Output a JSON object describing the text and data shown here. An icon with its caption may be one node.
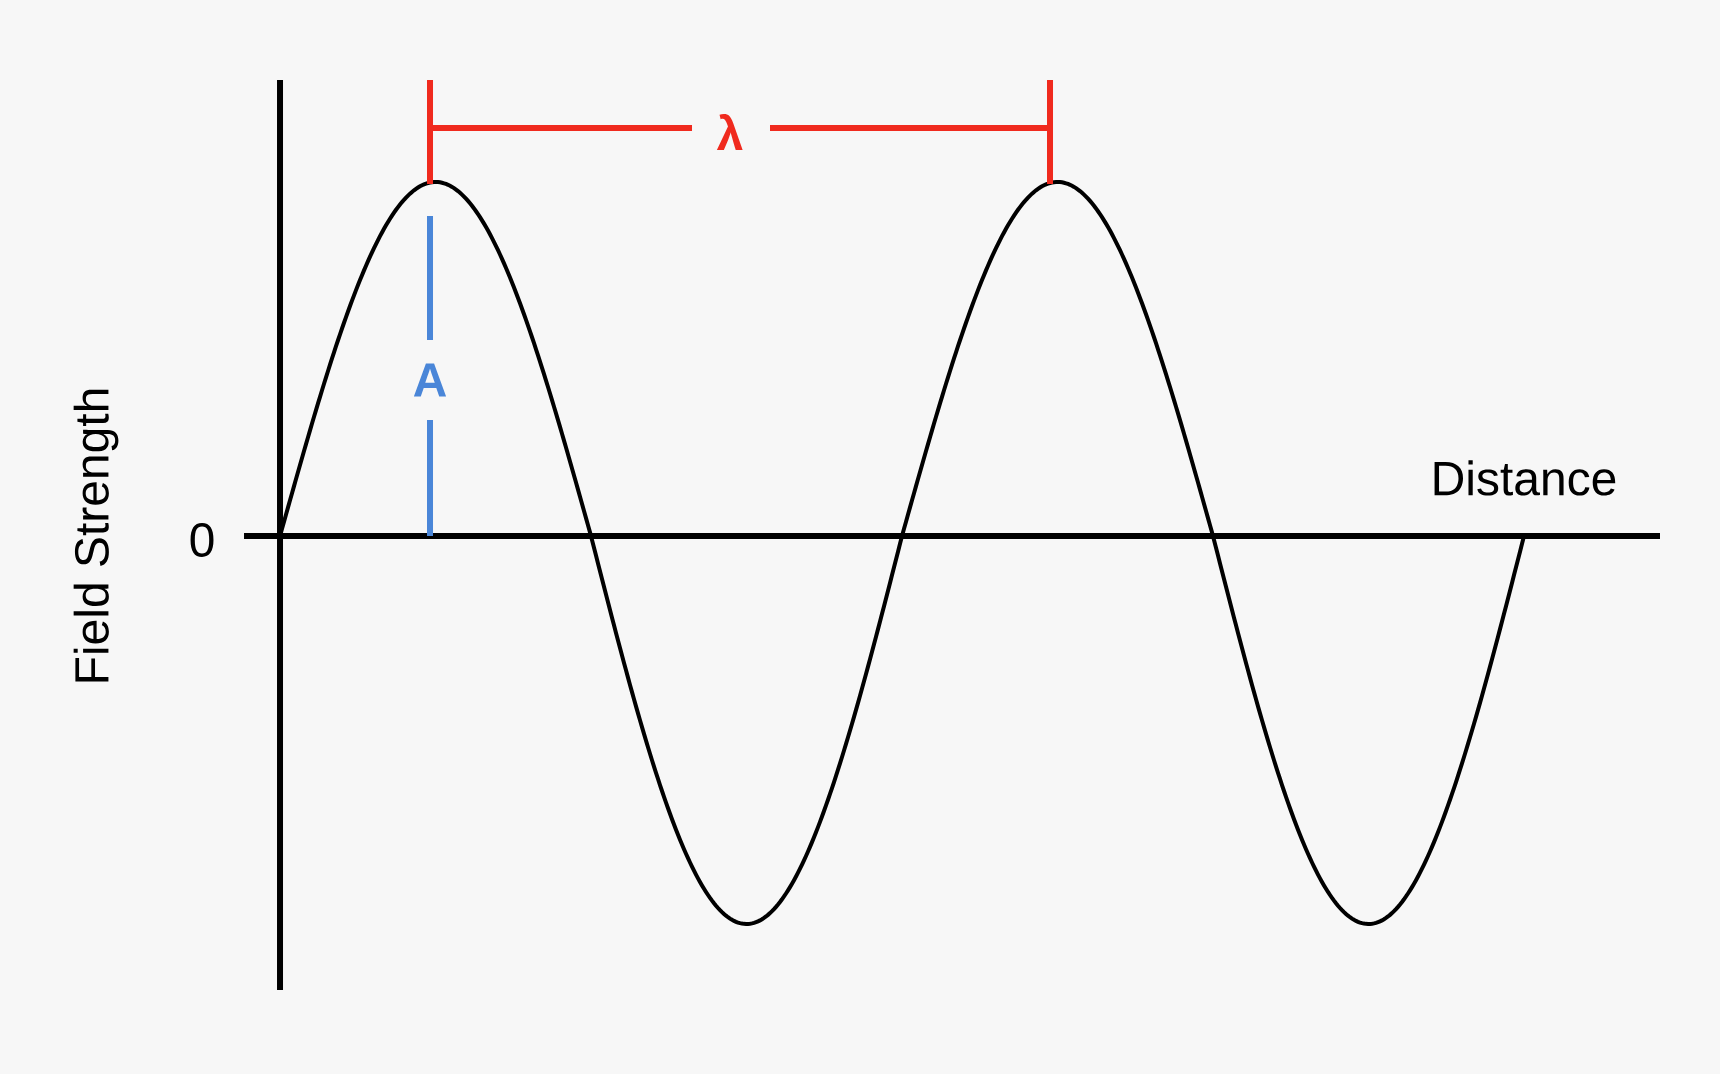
{
  "diagram": {
    "labels": [
      "λ",
      "A",
      "Distance",
      "0",
      "Field Strength"
    ]
  }
}
